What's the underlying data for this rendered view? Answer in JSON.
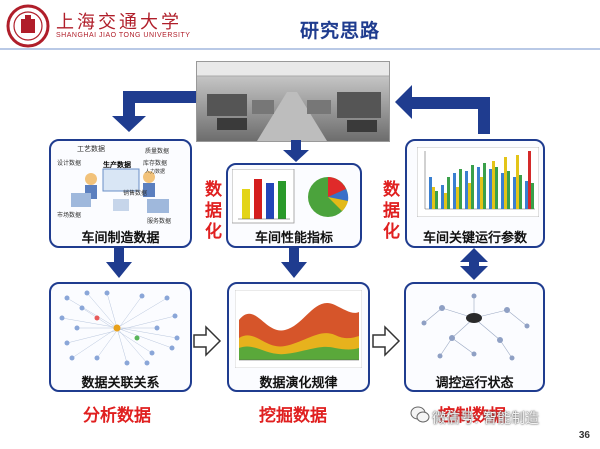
{
  "header": {
    "logo_text": "上海交通大学",
    "logo_subtext": "SHANGHAI JIAO TONG UNIVERSITY",
    "title": "研究思路"
  },
  "cards_top": [
    {
      "label": "车间制造数据"
    },
    {
      "label": "车间性能指标"
    },
    {
      "label": "车间关键运行参数"
    }
  ],
  "cards_bottom": [
    {
      "label": "数据关联关系"
    },
    {
      "label": "数据演化规律"
    },
    {
      "label": "调控运行状态"
    }
  ],
  "datafy_labels": [
    "数据化",
    "数据化"
  ],
  "actions": [
    "分析数据",
    "挖掘数据",
    "控制数据"
  ],
  "manufacturing_labels": [
    "工艺数据",
    "设计数据",
    "生产数据",
    "质量数据",
    "库存数据",
    "人力数据",
    "市场数据",
    "销售数据",
    "服务数据"
  ],
  "watermark": "微信号: 智能制造",
  "page_number": "36",
  "colors": {
    "primary_blue": "#1f3c8f",
    "accent_red": "#e02020",
    "logo_red": "#b01e2a"
  },
  "icons": [
    "university-seal-icon",
    "factory-photo",
    "wechat-icon"
  ]
}
